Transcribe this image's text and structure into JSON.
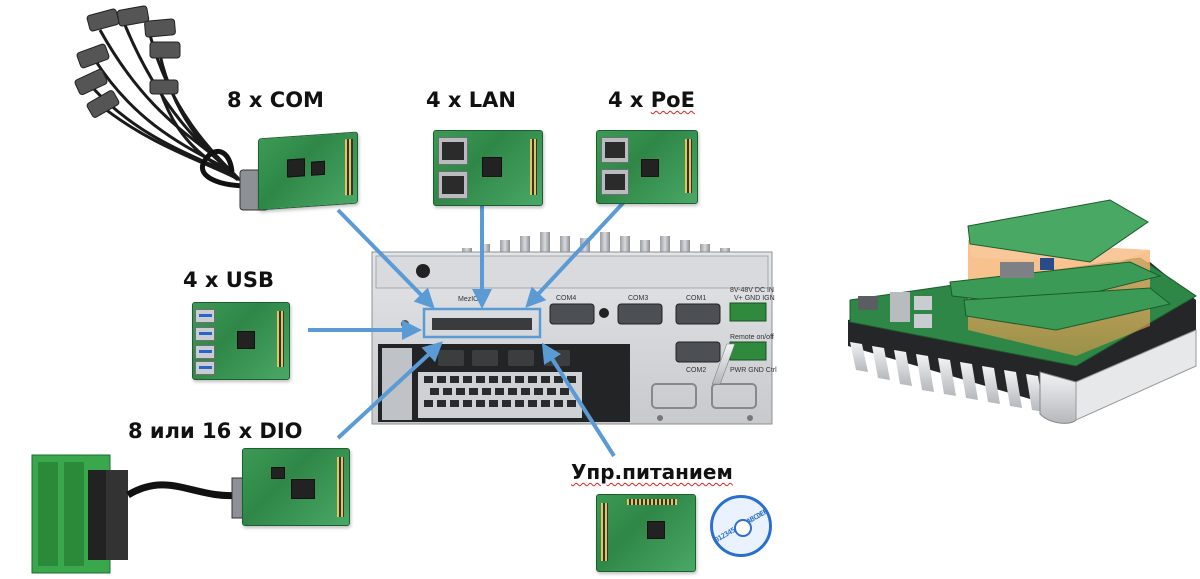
{
  "labels": {
    "com": "8 x COM",
    "lan": "4 x LAN",
    "poe": "4 x PoE",
    "usb": "4 x USB",
    "dio": "8 или 16 x DIO",
    "power": "Упр.питанием"
  },
  "device": {
    "mezzio": "MezIO",
    "com4": "COM4",
    "com3": "COM3",
    "com1": "COM1",
    "com2": "COM2",
    "dc_in": "8V-48V DC IN",
    "dc_pins": "V+ GND IGN",
    "remote": "Remote on/off",
    "remote_pins": "PWR  GND  Ctrl"
  },
  "rotary_switch": "0123456789ABCDEF",
  "colors": {
    "arrow": "#5b9bd5",
    "pcb": "#2f8747",
    "chassis": "#d3d5d8",
    "label_text": "#111111"
  },
  "icons": [
    "com-cable-bundle",
    "dio-terminal-block",
    "rotary-switch",
    "stacked-pc-module"
  ]
}
